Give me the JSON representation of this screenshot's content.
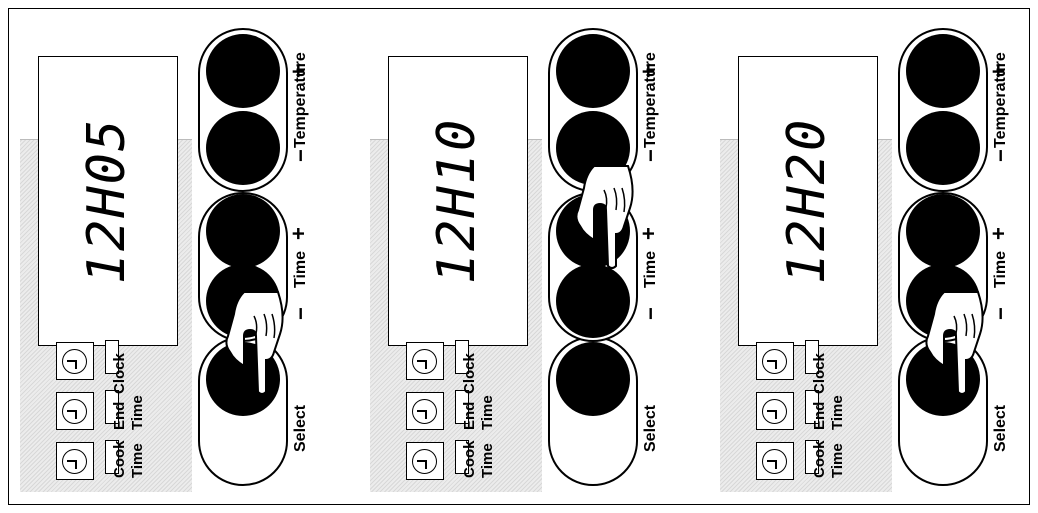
{
  "panels": [
    {
      "display": "12H05",
      "indicators": [
        {
          "label_top": "Cook",
          "label_bottom": "Time",
          "icon": "clock-icon"
        },
        {
          "label_top": "End",
          "label_bottom": "Time",
          "icon": "clock-icon"
        },
        {
          "label_top": "Clock",
          "label_bottom": "",
          "icon": "clock-icon"
        }
      ],
      "select_label": "Select",
      "time_label": "Time",
      "temperature_label": "Temperature",
      "plus": "+",
      "minus": "−",
      "pressed": "select"
    },
    {
      "display": "12H10",
      "indicators": [
        {
          "label_top": "Cook",
          "label_bottom": "Time",
          "icon": "clock-icon"
        },
        {
          "label_top": "End",
          "label_bottom": "Time",
          "icon": "clock-icon"
        },
        {
          "label_top": "Clock",
          "label_bottom": "",
          "icon": "clock-icon"
        }
      ],
      "select_label": "Select",
      "time_label": "Time",
      "temperature_label": "Temperature",
      "plus": "+",
      "minus": "−",
      "pressed": "time-plus"
    },
    {
      "display": "12H20",
      "indicators": [
        {
          "label_top": "Cook",
          "label_bottom": "Time",
          "icon": "clock-icon"
        },
        {
          "label_top": "End",
          "label_bottom": "Time",
          "icon": "clock-icon"
        },
        {
          "label_top": "Clock",
          "label_bottom": "",
          "icon": "clock-icon"
        }
      ],
      "select_label": "Select",
      "time_label": "Time",
      "temperature_label": "Temperature",
      "plus": "+",
      "minus": "−",
      "pressed": "select"
    }
  ]
}
